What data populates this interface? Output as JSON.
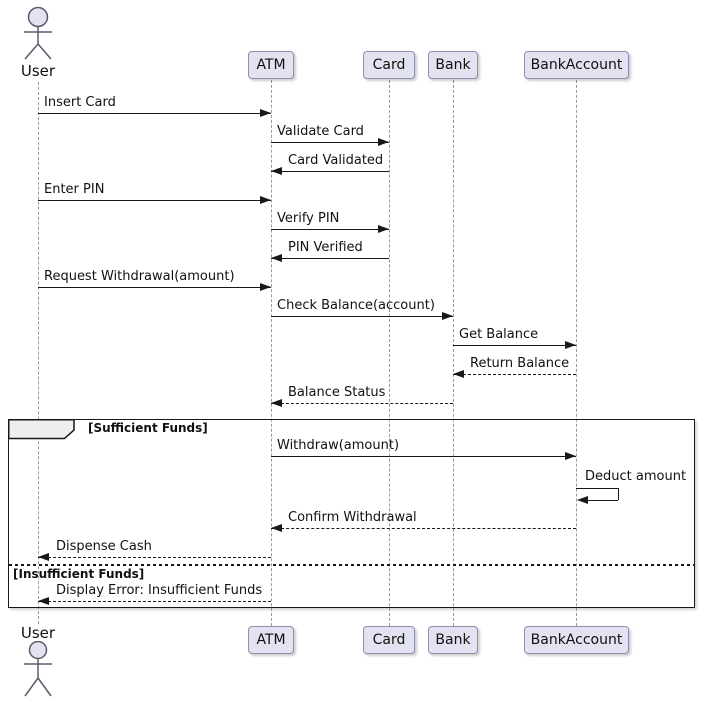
{
  "diagram_type": "uml-sequence",
  "participants": [
    {
      "name": "User",
      "kind": "actor"
    },
    {
      "name": "ATM",
      "kind": "participant"
    },
    {
      "name": "Card",
      "kind": "participant"
    },
    {
      "name": "Bank",
      "kind": "participant"
    },
    {
      "name": "BankAccount",
      "kind": "participant"
    }
  ],
  "messages": [
    {
      "from": "User",
      "to": "ATM",
      "text": "Insert Card",
      "line": "solid"
    },
    {
      "from": "ATM",
      "to": "Card",
      "text": "Validate Card",
      "line": "solid"
    },
    {
      "from": "Card",
      "to": "ATM",
      "text": "Card Validated",
      "line": "solid"
    },
    {
      "from": "User",
      "to": "ATM",
      "text": "Enter PIN",
      "line": "solid"
    },
    {
      "from": "ATM",
      "to": "Card",
      "text": "Verify PIN",
      "line": "solid"
    },
    {
      "from": "Card",
      "to": "ATM",
      "text": "PIN Verified",
      "line": "solid"
    },
    {
      "from": "User",
      "to": "ATM",
      "text": "Request Withdrawal(amount)",
      "line": "solid"
    },
    {
      "from": "ATM",
      "to": "Bank",
      "text": "Check Balance(account)",
      "line": "solid"
    },
    {
      "from": "Bank",
      "to": "BankAccount",
      "text": "Get Balance",
      "line": "solid"
    },
    {
      "from": "BankAccount",
      "to": "Bank",
      "text": "Return Balance",
      "line": "dashed"
    },
    {
      "from": "Bank",
      "to": "ATM",
      "text": "Balance Status",
      "line": "dashed"
    },
    {
      "from": "ATM",
      "to": "BankAccount",
      "text": "Withdraw(amount)",
      "line": "solid"
    },
    {
      "from": "BankAccount",
      "to": "BankAccount",
      "text": "Deduct amount",
      "line": "solid",
      "self": true
    },
    {
      "from": "BankAccount",
      "to": "ATM",
      "text": "Confirm Withdrawal",
      "line": "dashed"
    },
    {
      "from": "ATM",
      "to": "User",
      "text": "Dispense Cash",
      "line": "dashed"
    },
    {
      "from": "ATM",
      "to": "User",
      "text": "Display Error: Insufficient Funds",
      "line": "dashed"
    }
  ],
  "alt_frame": {
    "operator": "alt",
    "guard_sufficient": "[Sufficient Funds]",
    "guard_insufficient": "[Insufficient Funds]"
  },
  "colors": {
    "participant_fill": "#E2E2F0",
    "participant_border": "#8E8EAE",
    "lifeline": "#999999",
    "message_line": "#181818",
    "frame_border": "#181818",
    "operator_fill": "#EEEEEE",
    "background": "#FFFFFF"
  }
}
